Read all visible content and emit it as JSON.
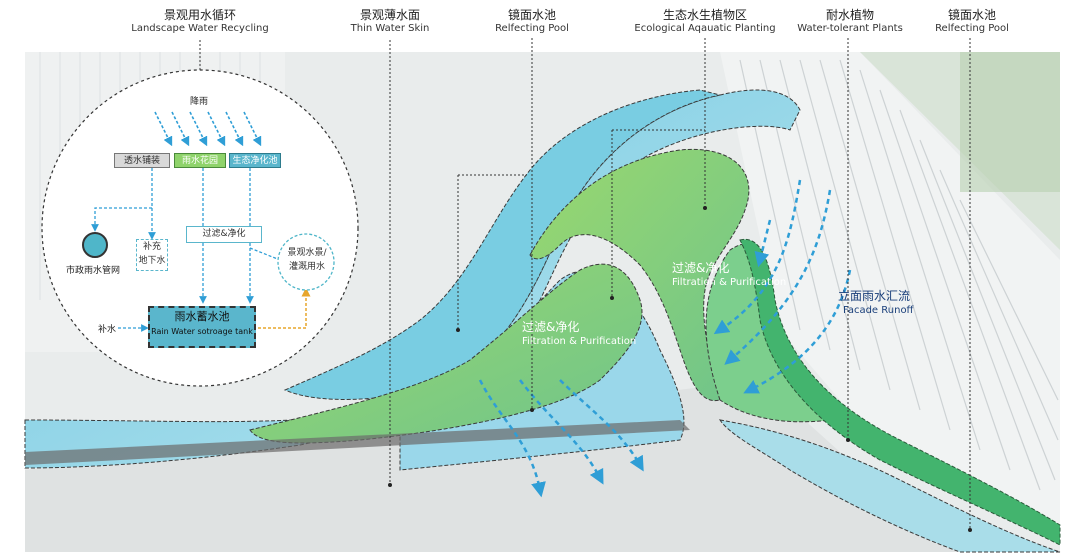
{
  "labels": {
    "landscape_water": {
      "cn": "景观用水循环",
      "en": "Landscape Water Recycling"
    },
    "thin_water": {
      "cn": "景观薄水面",
      "en": "Thin Water Skin"
    },
    "mirror_pool_1": {
      "cn": "镜面水池",
      "en": "Relfecting Pool"
    },
    "eco_planting": {
      "cn": "生态水生植物区",
      "en": "Ecological Aqauatic Planting"
    },
    "water_tolerant": {
      "cn": "耐水植物",
      "en": "Water-tolerant  Plants"
    },
    "mirror_pool_2": {
      "cn": "镜面水池",
      "en": "Relfecting Pool"
    }
  },
  "map_text": {
    "filtration_1": {
      "cn": "过滤&净化",
      "en": "Filtration & Purification"
    },
    "filtration_2": {
      "cn": "过滤&净化",
      "en": "Filtration & Purification"
    },
    "facade_runoff": {
      "cn": "立面雨水汇流",
      "en": "Facade Runoff"
    }
  },
  "cycle": {
    "rain": "降雨",
    "permeable_paving": "透水铺装",
    "rain_garden": "雨水花园",
    "eco_pool": "生态净化池",
    "filter": "过滤&净化",
    "recharge": [
      "补充",
      "地下水"
    ],
    "municipal": "市政雨水管网",
    "reuse": [
      "景观水景/",
      "灌溉用水"
    ],
    "supply": "补水",
    "tank_cn": "雨水蓄水池",
    "tank_en": "Rain Water sotroage tank"
  },
  "colors": {
    "water": "#8fd3e8",
    "planting": "#8bd27a",
    "green_strip": "#3fb36b",
    "arrow": "#2f9ed6",
    "tank": "#5ab6cc",
    "orange_arrow": "#e7a62c"
  }
}
